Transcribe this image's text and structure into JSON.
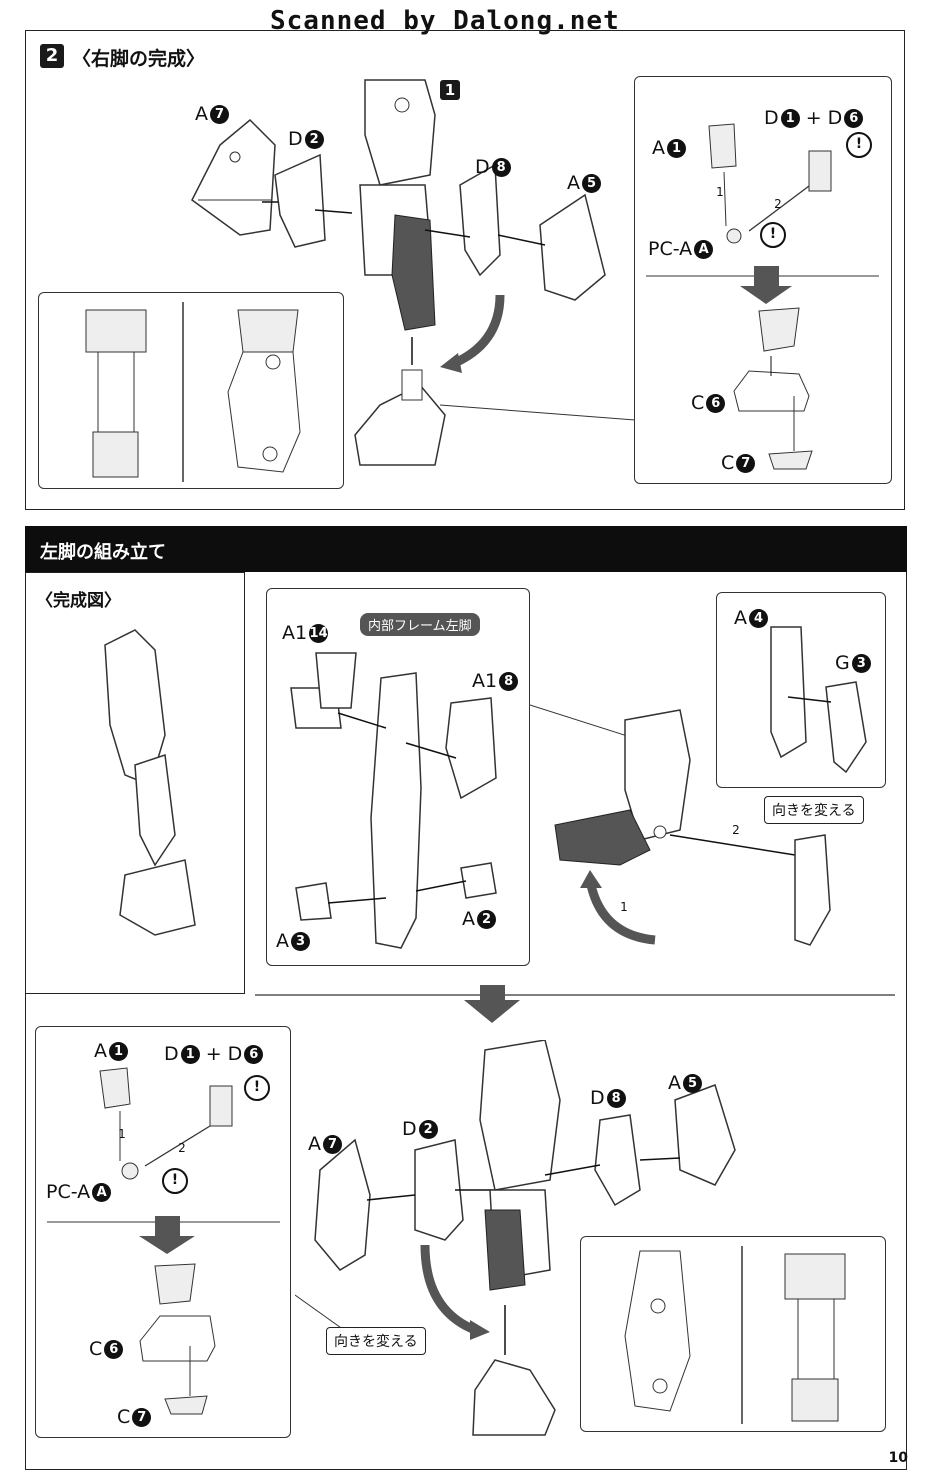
{
  "banner": "Scanned by Dalong.net",
  "section2": {
    "num": "2",
    "title": "〈右脚の完成〉"
  },
  "step_badge": "1",
  "left_header": "左脚の組み立て",
  "done_label": "〈完成図〉",
  "frame_label": "内部フレーム左脚",
  "turn_label_1": "向きを変える",
  "turn_label_2": "向きを変える",
  "page_number": "10",
  "step_n1": "1",
  "step_n2": "2",
  "warn_glyph": "!",
  "top_parts": {
    "a7": "A",
    "a7n": "7",
    "d2": "D",
    "d2n": "2",
    "d8": "D",
    "d8n": "8",
    "a5": "A",
    "a5n": "5",
    "a1": "A",
    "a1n": "1",
    "d1d6_a": "D",
    "d1d6_an": "1",
    "d1d6_plus": "+",
    "d1d6_b": "D",
    "d1d6_bn": "6",
    "pca": "PC-A",
    "pcan": "A",
    "c6": "C",
    "c6n": "6",
    "c7": "C",
    "c7n": "7"
  },
  "mid_parts": {
    "a14": "A1",
    "a14n": "14",
    "a18": "A1",
    "a18n": "8",
    "a3": "A",
    "a3n": "3",
    "a2": "A",
    "a2n": "2",
    "a4": "A",
    "a4n": "4",
    "g3": "G",
    "g3n": "3"
  },
  "bottom_parts": {
    "a1": "A",
    "a1n": "1",
    "d1d6_a": "D",
    "d1d6_an": "1",
    "d1d6_plus": "+",
    "d1d6_b": "D",
    "d1d6_bn": "6",
    "pca": "PC-A",
    "pcan": "A",
    "c6": "C",
    "c6n": "6",
    "c7": "C",
    "c7n": "7",
    "a7": "A",
    "a7n": "7",
    "d2": "D",
    "d2n": "2",
    "d8": "D",
    "d8n": "8",
    "a5": "A",
    "a5n": "5"
  }
}
